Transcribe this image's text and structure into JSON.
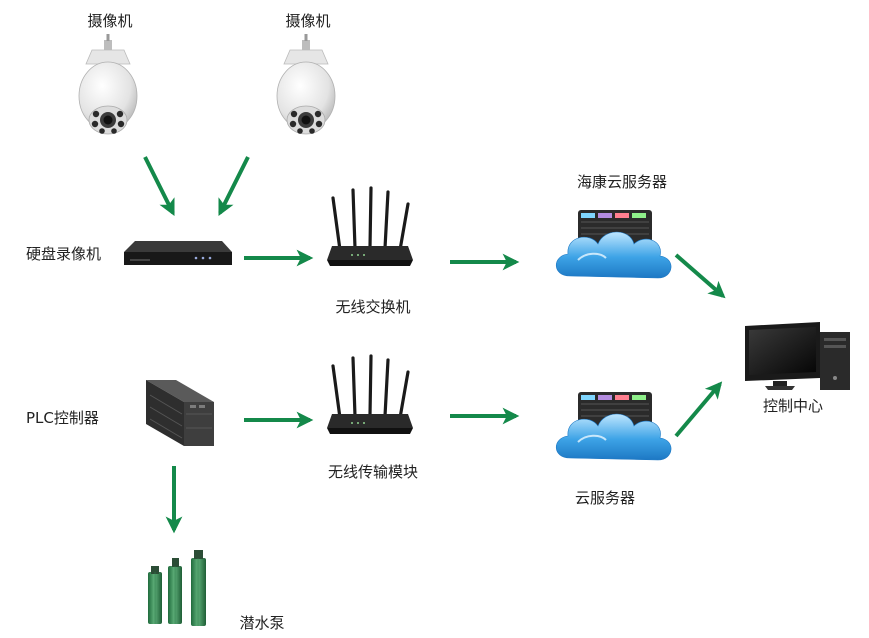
{
  "labels": {
    "camera1": "摄像机",
    "camera2": "摄像机",
    "nvr": "硬盘录像机",
    "switch": "无线交换机",
    "hikcloud": "海康云服务器",
    "plc": "PLC控制器",
    "wireless_module": "无线传输模块",
    "cloud": "云服务器",
    "control_center": "控制中心",
    "pump": "潜水泵"
  },
  "colors": {
    "arrow": "#14894a",
    "cloud": "#3da3e6",
    "server_accents": [
      "#7fd6ff",
      "#b48ce0",
      "#ff7f8f",
      "#8ff08a"
    ]
  },
  "icons": {
    "camera": "dome-camera-icon",
    "nvr": "nvr-box-icon",
    "router": "wireless-router-icon",
    "cloud_server": "cloud-server-icon",
    "plc": "plc-controller-icon",
    "pc": "desktop-computer-icon",
    "pump": "submersible-pump-icon"
  }
}
